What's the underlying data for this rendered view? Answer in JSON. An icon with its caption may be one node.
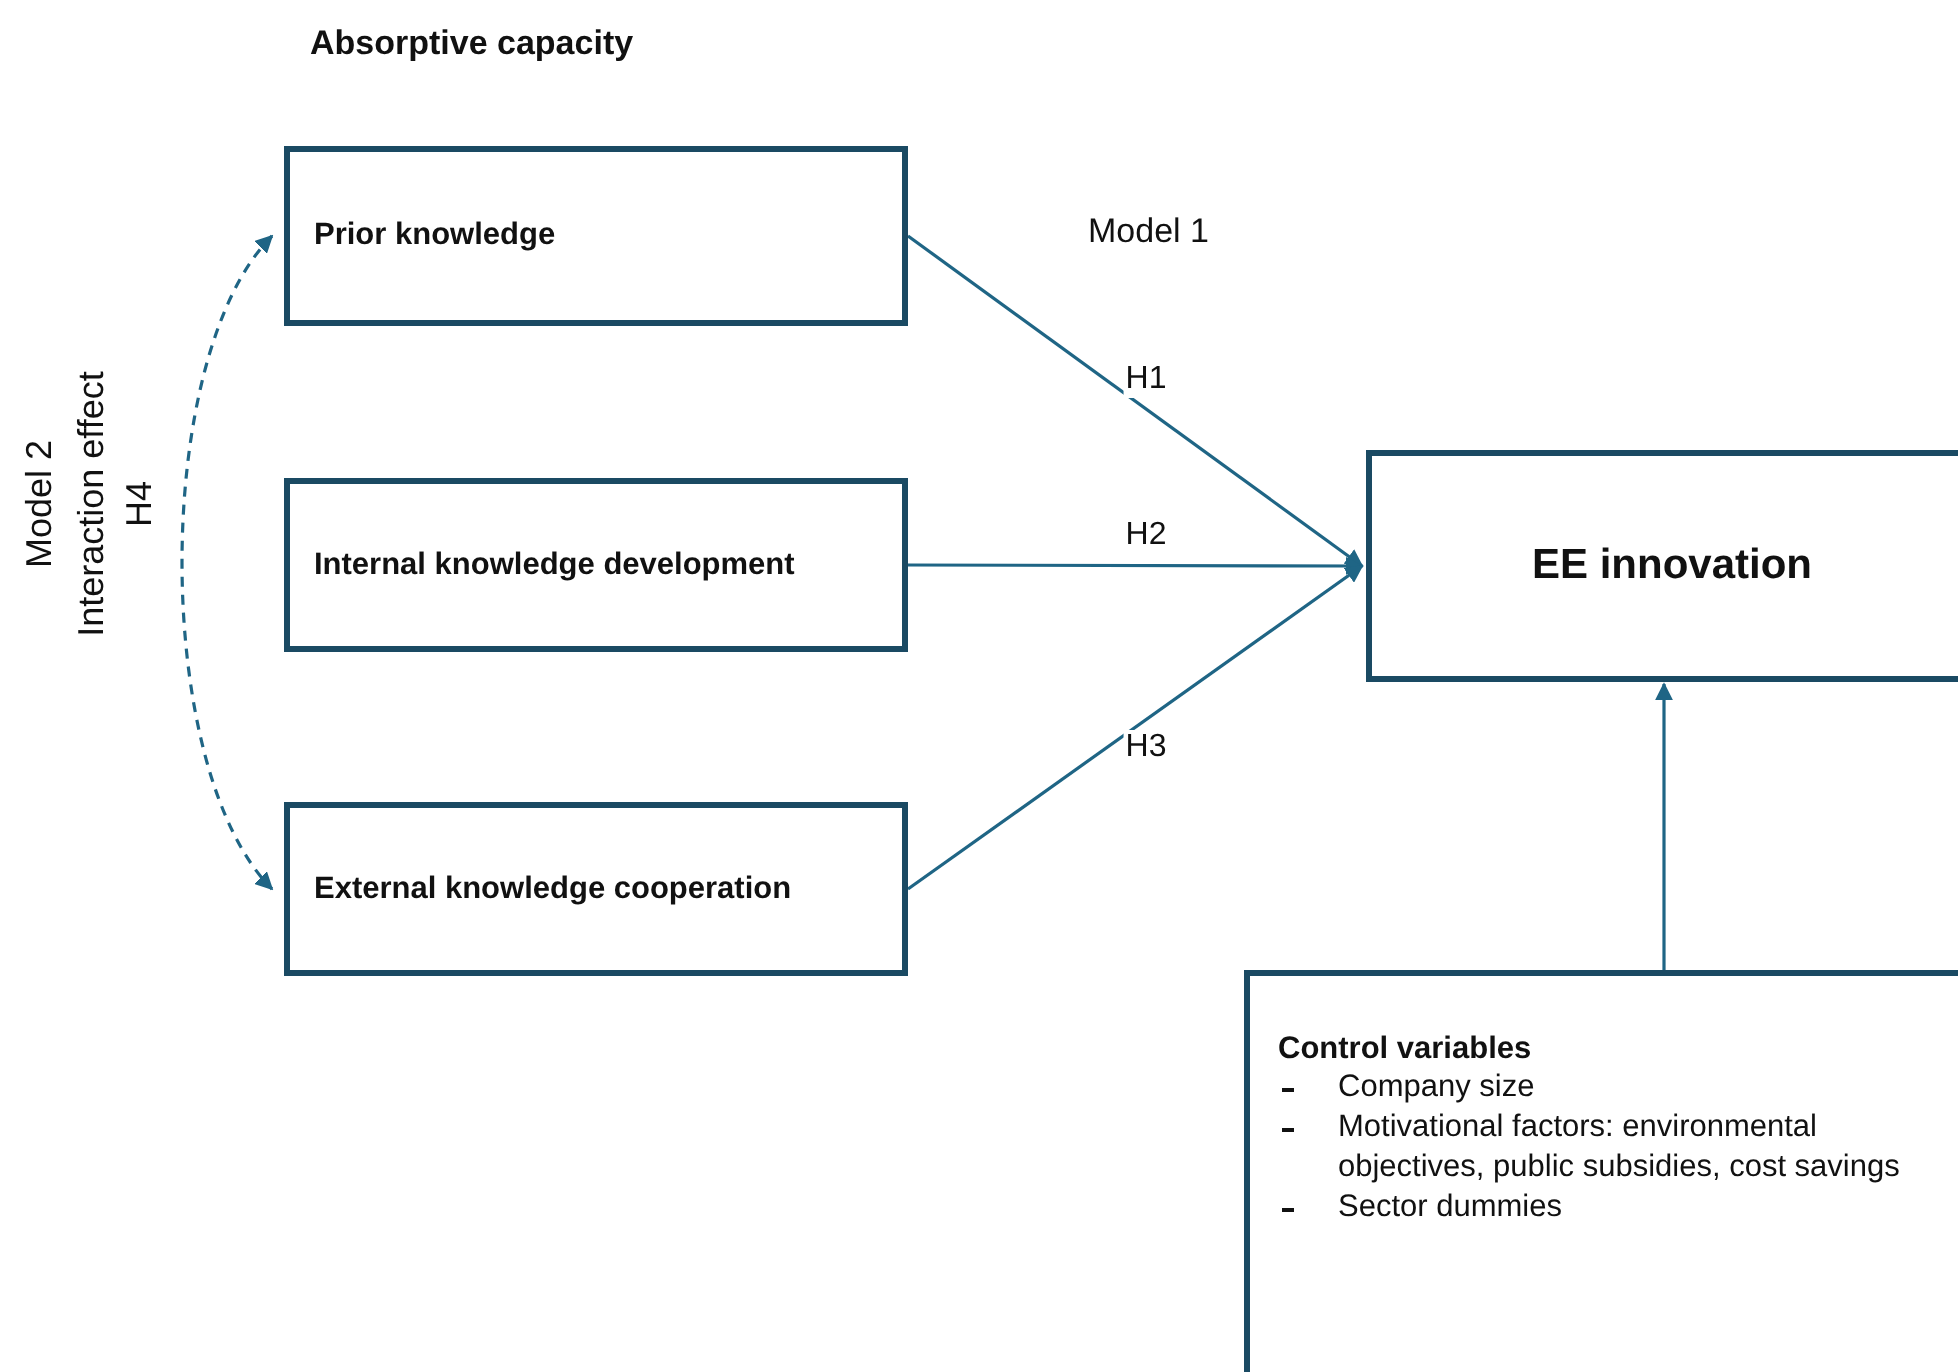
{
  "diagram": {
    "title": "Absorptive capacity",
    "nodes": [
      {
        "text": [
          "Prior knowledge"
        ]
      },
      {
        "text": [
          "Internal knowledge development"
        ]
      },
      {
        "text": [
          "External knowledge cooperation"
        ]
      },
      {
        "text": [
          "EE innovation"
        ]
      },
      {
        "text": [
          "Control variables",
          "Company size",
          "Motivational factors: environmental objectives, public subsidies, cost savings",
          "Sector dummies"
        ]
      }
    ],
    "edges": [
      {
        "from": 0,
        "to": 3,
        "arrow": "to",
        "label": "H1"
      },
      {
        "from": 1,
        "to": 3,
        "arrow": "to",
        "label": "H2"
      },
      {
        "from": 2,
        "to": 3,
        "arrow": "to",
        "label": "H3"
      },
      {
        "from": 4,
        "to": 3,
        "arrow": "to"
      },
      {
        "from": 0,
        "to": 2,
        "arrow": "both",
        "style": "dashed"
      }
    ],
    "labels": [
      "Model 1",
      "Model 2",
      "Interaction effect",
      "H4"
    ]
  }
}
